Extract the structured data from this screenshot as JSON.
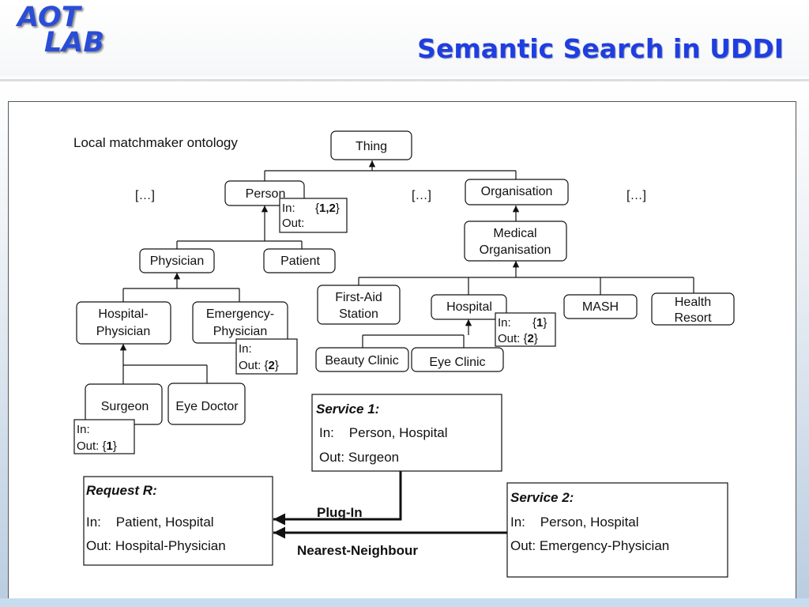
{
  "header": {
    "logo_line1": "AOT",
    "logo_line2": "LAB",
    "title": "Semantic Search in UDDI"
  },
  "diagram": {
    "caption": "Local matchmaker ontology",
    "ellipsis": "[…]",
    "nodes": {
      "thing": "Thing",
      "person": "Person",
      "organisation": "Organisation",
      "medical_org_line1": "Medical",
      "medical_org_line2": "Organisation",
      "physician": "Physician",
      "patient": "Patient",
      "hospital_physician_line1": "Hospital-",
      "hospital_physician_line2": "Physician",
      "emergency_physician_line1": "Emergency-",
      "emergency_physician_line2": "Physician",
      "first_aid_line1": "First-Aid",
      "first_aid_line2": "Station",
      "hospital": "Hospital",
      "mash": "MASH",
      "health_resort_line1": "Health",
      "health_resort_line2": "Resort",
      "beauty_clinic": "Beauty Clinic",
      "eye_clinic": "Eye Clinic",
      "surgeon": "Surgeon",
      "eye_doctor": "Eye Doctor"
    },
    "annotations": {
      "person_in_label": "In:",
      "person_in_open": "{",
      "person_in_val": "1,2",
      "person_in_close": "}",
      "person_out": "Out:",
      "emergency_in": "In:",
      "emergency_out_label": "Out: {",
      "emergency_out_val": "2",
      "emergency_out_close": "}",
      "hospital_in_label": "In:",
      "hospital_in_open": "{",
      "hospital_in_val": "1",
      "hospital_in_close": "}",
      "hospital_out_label": "Out: {",
      "hospital_out_val": "2",
      "hospital_out_close": "}",
      "surgeon_in": "In:",
      "surgeon_out_label": "Out: {",
      "surgeon_out_val": "1",
      "surgeon_out_close": "}"
    },
    "service1": {
      "title": "Service 1:",
      "in": "In:    Person, Hospital",
      "out": "Out: Surgeon"
    },
    "service2": {
      "title": "Service 2:",
      "in": "In:    Person, Hospital",
      "out": "Out: Emergency-Physician"
    },
    "request": {
      "title": "Request R:",
      "in": "In:    Patient, Hospital",
      "out": "Out: Hospital-Physician"
    },
    "edges": {
      "plugin": "Plug-In",
      "nearest": "Nearest-Neighbour"
    }
  }
}
